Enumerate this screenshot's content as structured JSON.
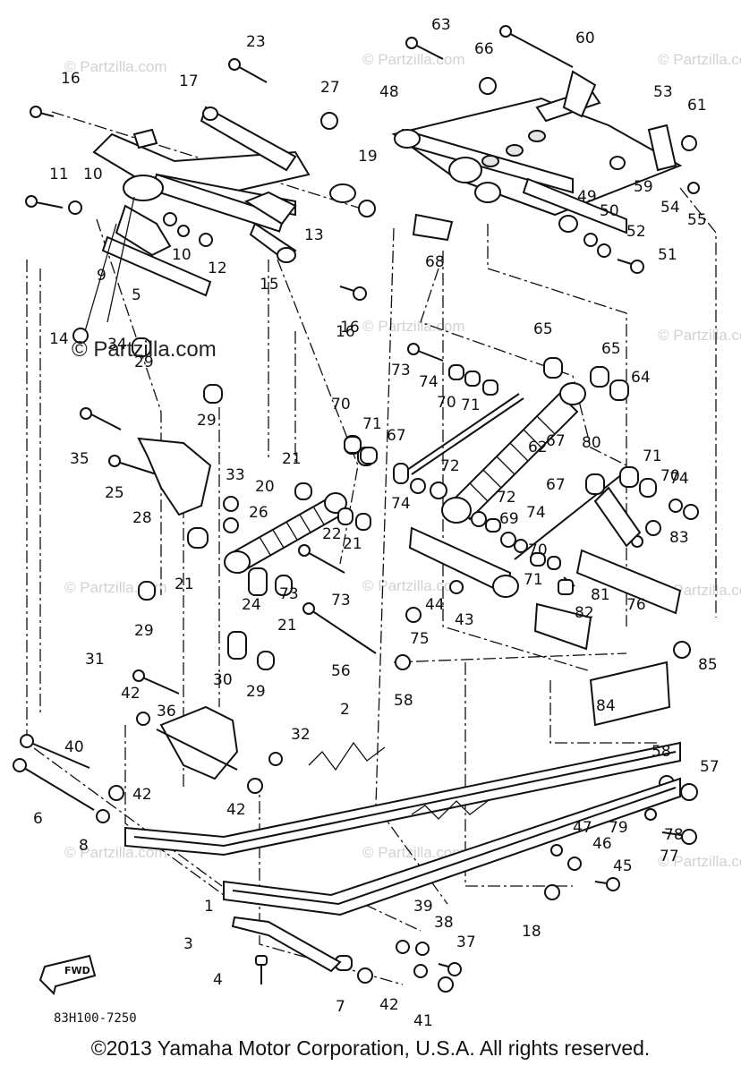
{
  "watermark_small": "© Partzilla.com",
  "watermark_main": "© Partzilla.com",
  "diagram_code": "83H100-7250",
  "fwd_label": "FWD",
  "copyright": "©2013 Yamaha Motor Corporation, U.S.A. All rights reserved.",
  "callouts": [
    "1",
    "2",
    "3",
    "4",
    "5",
    "6",
    "7",
    "8",
    "9",
    "10",
    "11",
    "12",
    "13",
    "14",
    "15",
    "16",
    "17",
    "18",
    "19",
    "20",
    "21",
    "22",
    "23",
    "24",
    "25",
    "26",
    "27",
    "28",
    "29",
    "30",
    "31",
    "32",
    "33",
    "34",
    "35",
    "36",
    "37",
    "38",
    "39",
    "40",
    "41",
    "42",
    "43",
    "44",
    "45",
    "46",
    "47",
    "48",
    "49",
    "50",
    "51",
    "52",
    "53",
    "54",
    "55",
    "56",
    "57",
    "58",
    "59",
    "60",
    "61",
    "62",
    "63",
    "64",
    "65",
    "66",
    "67",
    "68",
    "69",
    "70",
    "71",
    "72",
    "73",
    "74",
    "75",
    "76",
    "77",
    "78",
    "79",
    "80",
    "81",
    "82",
    "83",
    "84",
    "85"
  ]
}
